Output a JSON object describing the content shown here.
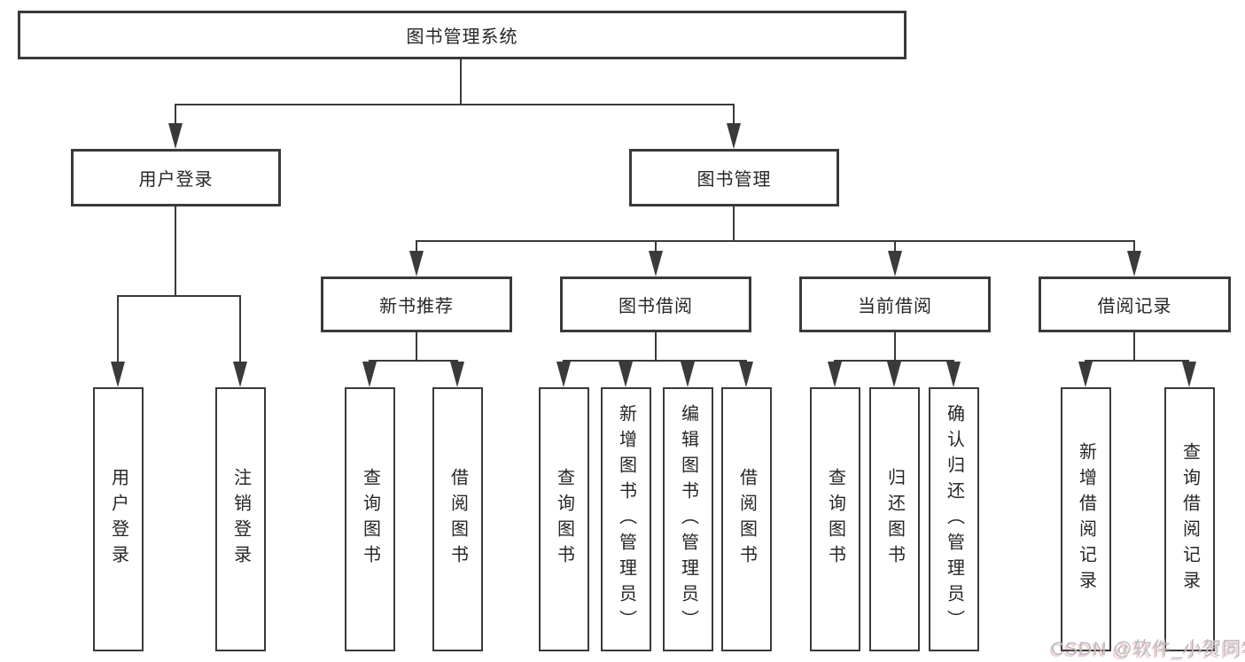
{
  "diagram": {
    "type": "hierarchy-tree",
    "root": {
      "label": "图书管理系统"
    },
    "branches": [
      {
        "label": "用户登录",
        "children": [
          {
            "label": "用户登录"
          },
          {
            "label": "注销登录"
          }
        ]
      },
      {
        "label": "图书管理",
        "children": [
          {
            "label": "新书推荐",
            "children": [
              {
                "label": "查询图书"
              },
              {
                "label": "借阅图书"
              }
            ]
          },
          {
            "label": "图书借阅",
            "children": [
              {
                "label": "查询图书"
              },
              {
                "label": "新增图书（管理员）"
              },
              {
                "label": "编辑图书（管理员）"
              },
              {
                "label": "借阅图书"
              }
            ]
          },
          {
            "label": "当前借阅",
            "children": [
              {
                "label": "查询图书"
              },
              {
                "label": "归还图书"
              },
              {
                "label": "确认归还（管理员）"
              }
            ]
          },
          {
            "label": "借阅记录",
            "children": [
              {
                "label": "新增借阅记录"
              },
              {
                "label": "查询借阅记录"
              }
            ]
          }
        ]
      }
    ]
  },
  "watermark": {
    "text": "CSDN @软件_小贺同学",
    "color": "#b9bdc2"
  },
  "colors": {
    "line": "#3a3a3a",
    "text": "#262626",
    "background": "#ffffff"
  }
}
